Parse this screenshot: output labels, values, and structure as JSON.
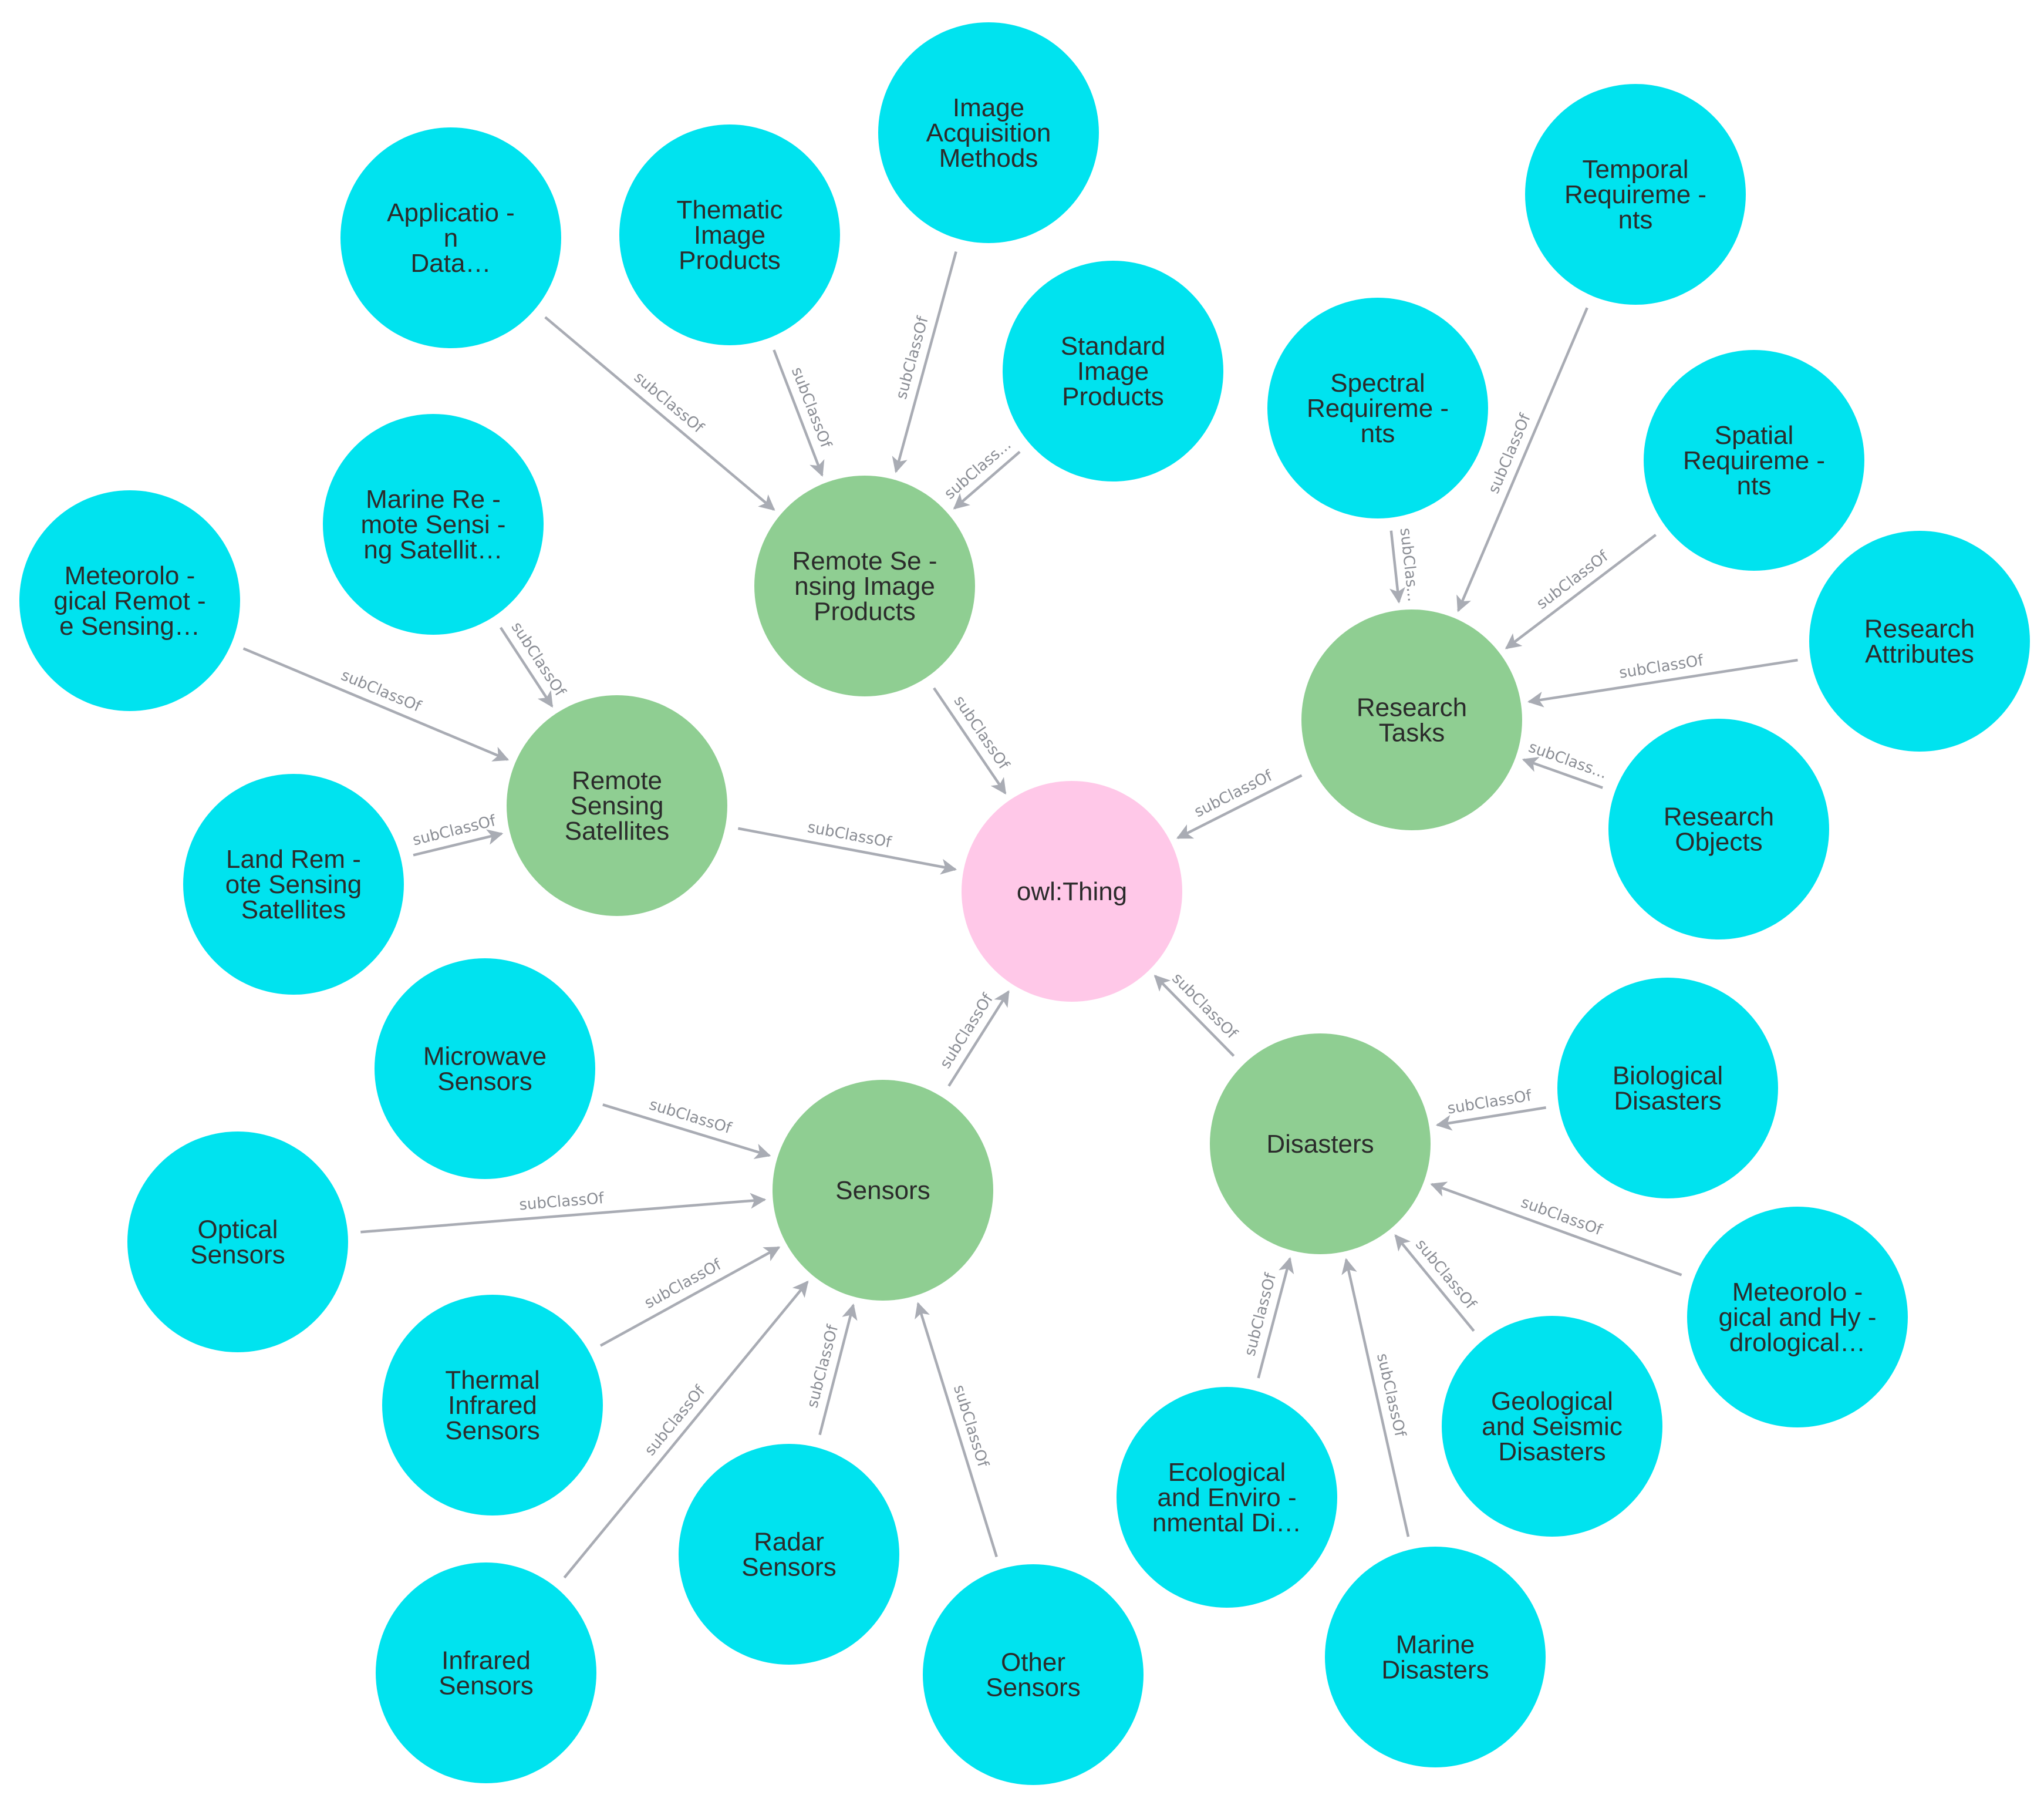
{
  "colors": {
    "root": "#ffc8e8",
    "category": "#8fce92",
    "leaf": "#00e3ef",
    "edge": "#a9acb4",
    "edge_label": "#8a8d94",
    "text": "#2b2b2b"
  },
  "nodes": [
    {
      "id": "owl-thing",
      "type": "root",
      "lines": [
        "owl:Thing"
      ]
    },
    {
      "id": "rs-image-products",
      "type": "category",
      "lines": [
        "Remote Se -",
        "nsing Image",
        "Products"
      ]
    },
    {
      "id": "rs-satellites",
      "type": "category",
      "lines": [
        "Remote",
        "Sensing",
        "Satellites"
      ]
    },
    {
      "id": "research-tasks",
      "type": "category",
      "lines": [
        "Research",
        "Tasks"
      ]
    },
    {
      "id": "sensors",
      "type": "category",
      "lines": [
        "Sensors"
      ]
    },
    {
      "id": "disasters",
      "type": "category",
      "lines": [
        "Disasters"
      ]
    },
    {
      "id": "application-data",
      "type": "leaf",
      "lines": [
        "Applicatio -",
        "n",
        "Data…"
      ]
    },
    {
      "id": "thematic-image-products",
      "type": "leaf",
      "lines": [
        "Thematic",
        "Image",
        "Products"
      ]
    },
    {
      "id": "image-acquisition-methods",
      "type": "leaf",
      "lines": [
        "Image",
        "Acquisition",
        "Methods"
      ]
    },
    {
      "id": "standard-image-products",
      "type": "leaf",
      "lines": [
        "Standard",
        "Image",
        "Products"
      ]
    },
    {
      "id": "marine-rs-satellites",
      "type": "leaf",
      "lines": [
        "Marine Re -",
        "mote Sensi -",
        "ng Satellit…"
      ]
    },
    {
      "id": "meteorological-rs",
      "type": "leaf",
      "lines": [
        "Meteorolo -",
        "gical Remot -",
        "e Sensing…"
      ]
    },
    {
      "id": "land-rs-satellites",
      "type": "leaf",
      "lines": [
        "Land Rem -",
        "ote Sensing",
        "Satellites"
      ]
    },
    {
      "id": "temporal-requirements",
      "type": "leaf",
      "lines": [
        "Temporal",
        "Requireme -",
        "nts"
      ]
    },
    {
      "id": "spectral-requirements",
      "type": "leaf",
      "lines": [
        "Spectral",
        "Requireme -",
        "nts"
      ]
    },
    {
      "id": "spatial-requirements",
      "type": "leaf",
      "lines": [
        "Spatial",
        "Requireme -",
        "nts"
      ]
    },
    {
      "id": "research-attributes",
      "type": "leaf",
      "lines": [
        "Research",
        "Attributes"
      ]
    },
    {
      "id": "research-objects",
      "type": "leaf",
      "lines": [
        "Research",
        "Objects"
      ]
    },
    {
      "id": "microwave-sensors",
      "type": "leaf",
      "lines": [
        "Microwave",
        "Sensors"
      ]
    },
    {
      "id": "optical-sensors",
      "type": "leaf",
      "lines": [
        "Optical",
        "Sensors"
      ]
    },
    {
      "id": "thermal-infrared-sensors",
      "type": "leaf",
      "lines": [
        "Thermal",
        "Infrared",
        "Sensors"
      ]
    },
    {
      "id": "infrared-sensors",
      "type": "leaf",
      "lines": [
        "Infrared",
        "Sensors"
      ]
    },
    {
      "id": "radar-sensors",
      "type": "leaf",
      "lines": [
        "Radar",
        "Sensors"
      ]
    },
    {
      "id": "other-sensors",
      "type": "leaf",
      "lines": [
        "Other",
        "Sensors"
      ]
    },
    {
      "id": "biological-disasters",
      "type": "leaf",
      "lines": [
        "Biological",
        "Disasters"
      ]
    },
    {
      "id": "meteorological-hydrological",
      "type": "leaf",
      "lines": [
        "Meteorolo -",
        "gical and Hy -",
        "drological…"
      ]
    },
    {
      "id": "geological-seismic",
      "type": "leaf",
      "lines": [
        "Geological",
        "and Seismic",
        "Disasters"
      ]
    },
    {
      "id": "marine-disasters",
      "type": "leaf",
      "lines": [
        "Marine",
        "Disasters"
      ]
    },
    {
      "id": "ecological-environmental",
      "type": "leaf",
      "lines": [
        "Ecological",
        "and Enviro -",
        "nmental Di…"
      ]
    }
  ],
  "edges": [
    {
      "from": "rs-image-products",
      "to": "owl-thing",
      "label": "subClassOf"
    },
    {
      "from": "rs-satellites",
      "to": "owl-thing",
      "label": "subClassOf"
    },
    {
      "from": "research-tasks",
      "to": "owl-thing",
      "label": "subClassOf"
    },
    {
      "from": "sensors",
      "to": "owl-thing",
      "label": "subClassOf"
    },
    {
      "from": "disasters",
      "to": "owl-thing",
      "label": "subClassOf"
    },
    {
      "from": "application-data",
      "to": "rs-image-products",
      "label": "subClassOf"
    },
    {
      "from": "thematic-image-products",
      "to": "rs-image-products",
      "label": "subClassOf"
    },
    {
      "from": "image-acquisition-methods",
      "to": "rs-image-products",
      "label": "subClassOf"
    },
    {
      "from": "standard-image-products",
      "to": "rs-image-products",
      "label": "subClass..."
    },
    {
      "from": "marine-rs-satellites",
      "to": "rs-satellites",
      "label": "subClassOf"
    },
    {
      "from": "meteorological-rs",
      "to": "rs-satellites",
      "label": "subClassOf"
    },
    {
      "from": "land-rs-satellites",
      "to": "rs-satellites",
      "label": "subClassOf"
    },
    {
      "from": "temporal-requirements",
      "to": "research-tasks",
      "label": "subClassOf"
    },
    {
      "from": "spectral-requirements",
      "to": "research-tasks",
      "label": "subClas..."
    },
    {
      "from": "spatial-requirements",
      "to": "research-tasks",
      "label": "subClassOf"
    },
    {
      "from": "research-attributes",
      "to": "research-tasks",
      "label": "subClassOf"
    },
    {
      "from": "research-objects",
      "to": "research-tasks",
      "label": "subClass..."
    },
    {
      "from": "microwave-sensors",
      "to": "sensors",
      "label": "subClassOf"
    },
    {
      "from": "optical-sensors",
      "to": "sensors",
      "label": "subClassOf"
    },
    {
      "from": "thermal-infrared-sensors",
      "to": "sensors",
      "label": "subClassOf"
    },
    {
      "from": "infrared-sensors",
      "to": "sensors",
      "label": "subClassOf"
    },
    {
      "from": "radar-sensors",
      "to": "sensors",
      "label": "subClassOf"
    },
    {
      "from": "other-sensors",
      "to": "sensors",
      "label": "subClassOf"
    },
    {
      "from": "biological-disasters",
      "to": "disasters",
      "label": "subClassOf"
    },
    {
      "from": "meteorological-hydrological",
      "to": "disasters",
      "label": "subClassOf"
    },
    {
      "from": "geological-seismic",
      "to": "disasters",
      "label": "subClassOf"
    },
    {
      "from": "marine-disasters",
      "to": "disasters",
      "label": "subClassOf"
    },
    {
      "from": "ecological-environmental",
      "to": "disasters",
      "label": "subClassOf"
    }
  ]
}
